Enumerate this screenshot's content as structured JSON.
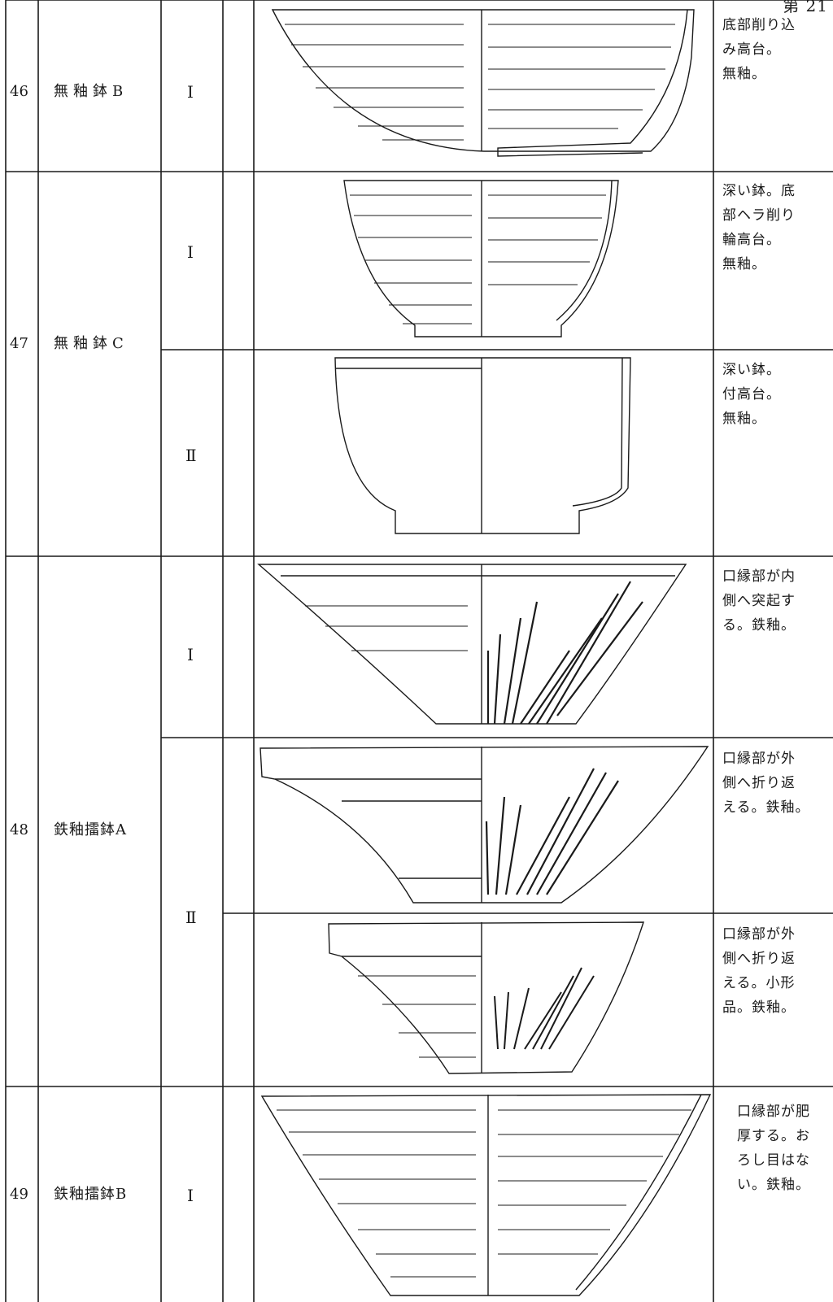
{
  "page": {
    "number": "第 21"
  },
  "rows": [
    {
      "number": "46",
      "name": "無釉鉢B",
      "grades": [
        {
          "grade": "Ⅰ",
          "note": "底部削り込\nみ高台。\n無釉。"
        }
      ]
    },
    {
      "number": "47",
      "name": "無釉鉢C",
      "grades": [
        {
          "grade": "Ⅰ",
          "note": "深い鉢。底\n部ヘラ削り\n輪高台。\n無釉。"
        },
        {
          "grade": "Ⅱ",
          "note": "深い鉢。\n付高台。\n無釉。"
        }
      ]
    },
    {
      "number": "48",
      "name": "鉄釉擂鉢A",
      "grades": [
        {
          "grade": "Ⅰ",
          "note": "口縁部が内\n側へ突起す\nる。鉄釉。"
        },
        {
          "grade": "Ⅱ",
          "notes": [
            "口縁部が外\n側へ折り返\nえる。鉄釉。",
            "口縁部が外\n側へ折り返\nえる。小形\n品。鉄釉。"
          ]
        }
      ]
    },
    {
      "number": "49",
      "name": "鉄釉擂鉢B",
      "grades": [
        {
          "grade": "Ⅰ",
          "note": "口縁部が肥\n厚する。お\nろし目はな\nい。鉄釉。"
        }
      ]
    }
  ]
}
